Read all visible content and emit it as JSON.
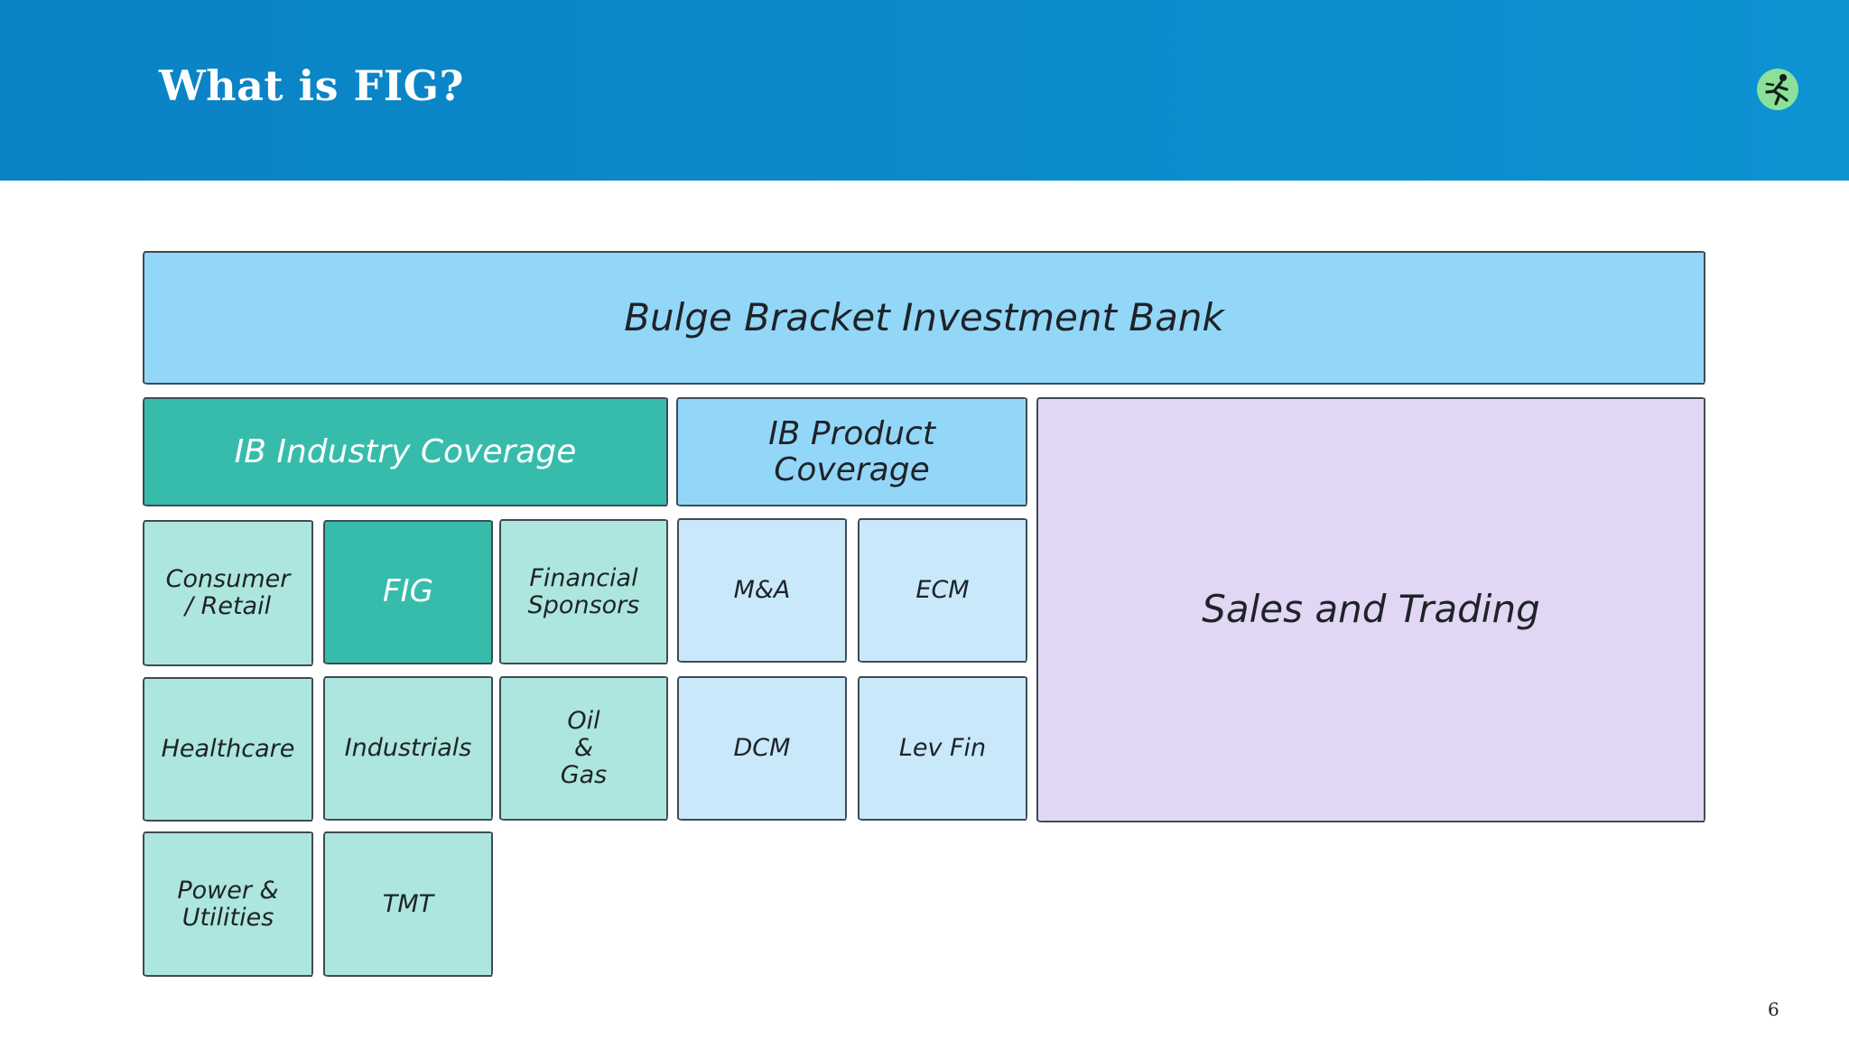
{
  "slide": {
    "title": "What is FIG?",
    "page_number": "6"
  },
  "logo": {
    "icon": "running-figure-icon",
    "color": "#8be09a"
  },
  "colors": {
    "header": "#0b8ccd",
    "bank": "#93d7f8",
    "industry_header": "#37bcac",
    "industry_cell": "#ade6de",
    "product_header": "#93d7f8",
    "product_cell": "#c9e9fb",
    "sales_trading": "#e1d7f4"
  },
  "diagram": {
    "bank": "Bulge Bracket Investment Bank",
    "industry_header": "IB Industry Coverage",
    "product_header": "IB Product Coverage",
    "sales_trading": "Sales and Trading",
    "industry_groups": {
      "consumer_retail": "Consumer / Retail",
      "fig": "FIG",
      "financial_sponsors": "Financial Sponsors",
      "healthcare": "Healthcare",
      "industrials": "Industrials",
      "oil_gas": "Oil & Gas",
      "power_utilities": "Power & Utilities",
      "tmt": "TMT"
    },
    "product_groups": {
      "ma": "M&A",
      "ecm": "ECM",
      "dcm": "DCM",
      "lev_fin": "Lev Fin"
    }
  }
}
